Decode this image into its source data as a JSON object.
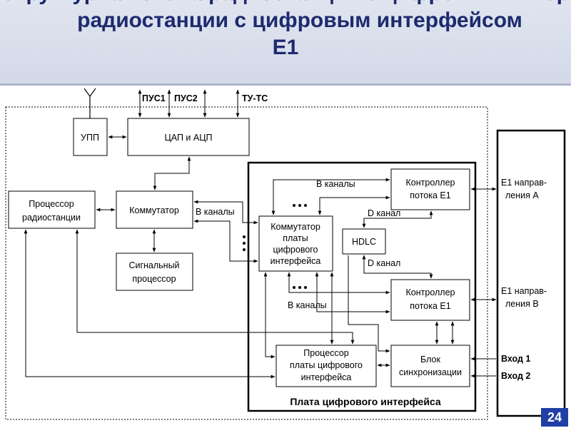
{
  "slide": {
    "title_top": "Структурная схема радиостанции с цифровым интерфейсом",
    "title_line1": "радиостанции с цифровым интерфейсом",
    "title_line2": "E1",
    "page_number": "24"
  },
  "diagram": {
    "top_labels": {
      "pus1": "ПУС1",
      "pus2": "ПУС2",
      "tu_ts": "ТУ-ТС"
    },
    "blocks": {
      "upp": "УПП",
      "dac_adc": "ЦАП и АЦП",
      "processor_radio_1": "Процессор",
      "processor_radio_2": "радиостанции",
      "switch": "Коммутатор",
      "signal_proc_1": "Сигнальный",
      "signal_proc_2": "процессор",
      "board_switch_1": "Коммутатор",
      "board_switch_2": "платы",
      "board_switch_3": "цифрового",
      "board_switch_4": "интерфейса",
      "hdlc": "HDLC",
      "ctrl_a_1": "Контроллер",
      "ctrl_a_2": "потока E1",
      "ctrl_b_1": "Контроллер",
      "ctrl_b_2": "потока E1",
      "board_proc_1": "Процессор",
      "board_proc_2": "платы цифрового",
      "board_proc_3": "интерфейса",
      "sync_1": "Блок",
      "sync_2": "синхронизации"
    },
    "channel_labels": {
      "b_channels_left": "B каналы",
      "b_channels_top": "B каналы",
      "d_channel_top": "D канал",
      "d_channel_bottom": "D канал",
      "b_channels_bottom": "B каналы"
    },
    "right_labels": {
      "e1_a_1": "E1 направ-",
      "e1_a_2": "ления A",
      "e1_b_1": "E1 направ-",
      "e1_b_2": "ления B",
      "input_1": "Вход 1",
      "input_2": "Вход 2"
    },
    "board_caption": "Плата цифрового интерфейса"
  }
}
